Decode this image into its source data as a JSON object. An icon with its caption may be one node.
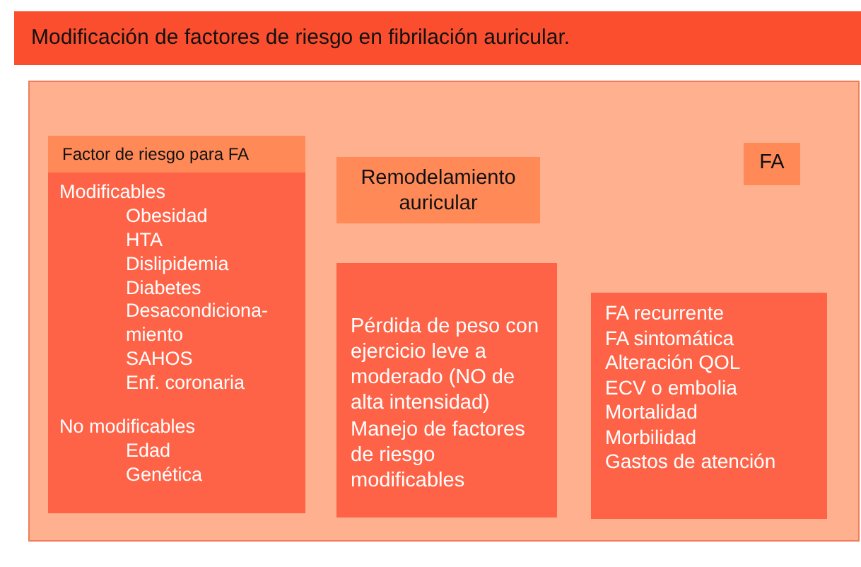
{
  "diagram": {
    "title": "Modificación de factores de riesgo en fibrilación auricular.",
    "nodes": [
      {
        "text": [],
        "shape": "box"
      },
      {
        "text": [
          "Factor de riesgo para FA"
        ],
        "in": 0
      },
      {
        "text": [
          "Modificables",
          "Obesidad",
          "HTA",
          "Dislipidemia",
          "Diabetes",
          "Desacondiciona-miento",
          "SAHOS",
          "Enf. coronaria",
          "No modificables",
          "Edad",
          "Genética"
        ],
        "in": 0
      },
      {
        "text": [
          "Remodelamiento auricular"
        ],
        "in": 0
      },
      {
        "text": [
          "FA"
        ],
        "in": 0
      },
      {
        "text": [
          "Pérdida de peso con ejercicio leve a moderado (NO de alta intensidad)",
          "Manejo de factores de riesgo modificables"
        ],
        "in": 0
      },
      {
        "text": [
          "FA recurrente",
          "FA sintomática",
          "Alteración QOL",
          "ECV o embolia",
          "Mortalidad",
          "Morbilidad",
          "Gastos de atención"
        ],
        "in": 0
      }
    ]
  }
}
